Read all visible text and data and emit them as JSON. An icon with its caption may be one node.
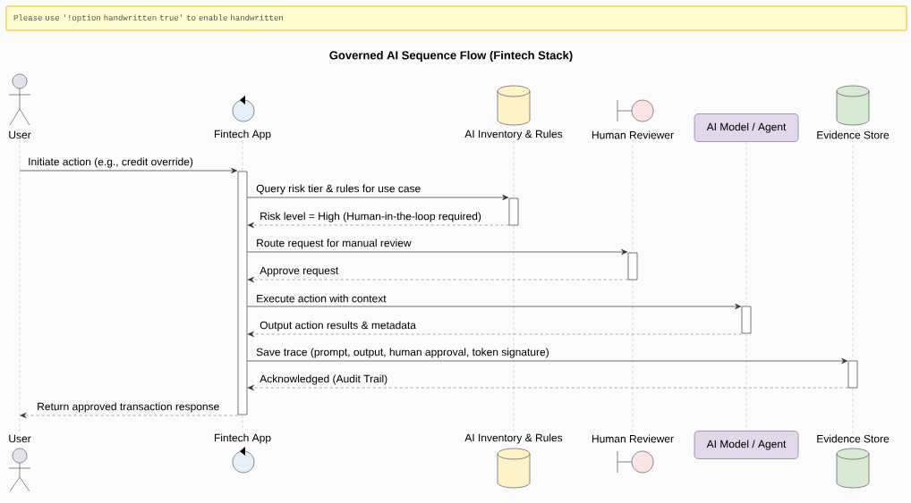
{
  "diagram": {
    "title": "Governed AI Sequence Flow (Fintech Stack)",
    "nodes": [
      {
        "text": [
          "Please use '!option handwritten true' to enable handwritten"
        ]
      },
      {
        "text": [
          "User"
        ]
      },
      {
        "text": [
          "Fintech App"
        ]
      },
      {
        "text": [
          "AI Inventory & Rules"
        ]
      },
      {
        "text": [
          "Human Reviewer"
        ]
      },
      {
        "text": [
          "AI Model / Agent"
        ]
      },
      {
        "text": [
          "Evidence Store"
        ]
      },
      {
        "text": [],
        "shape": "bar"
      },
      {
        "text": [],
        "shape": "bar"
      },
      {
        "text": [],
        "shape": "bar"
      },
      {
        "text": [],
        "shape": "bar"
      },
      {
        "text": [],
        "shape": "bar"
      },
      {
        "text": [
          "User"
        ]
      },
      {
        "text": [
          "Fintech App"
        ]
      },
      {
        "text": [
          "AI Inventory & Rules"
        ]
      },
      {
        "text": [
          "Human Reviewer"
        ]
      },
      {
        "text": [
          "AI Model / Agent"
        ]
      },
      {
        "text": [
          "Evidence Store"
        ]
      }
    ],
    "edges": [
      {
        "from": 1,
        "to": 12,
        "arrow": "none",
        "style": "dashed"
      },
      {
        "from": 2,
        "to": 7,
        "arrow": "none",
        "style": "dashed"
      },
      {
        "from": 7,
        "to": 13,
        "arrow": "none",
        "style": "dashed"
      },
      {
        "from": 3,
        "to": 8,
        "arrow": "none",
        "style": "dashed"
      },
      {
        "from": 8,
        "to": 14,
        "arrow": "none",
        "style": "dashed"
      },
      {
        "from": 4,
        "to": 9,
        "arrow": "none",
        "style": "dashed"
      },
      {
        "from": 9,
        "to": 15,
        "arrow": "none",
        "style": "dashed"
      },
      {
        "from": 5,
        "to": 10,
        "arrow": "none",
        "style": "dashed"
      },
      {
        "from": 10,
        "to": 16,
        "arrow": "none",
        "style": "dashed"
      },
      {
        "from": 6,
        "to": 11,
        "arrow": "none",
        "style": "dashed"
      },
      {
        "from": 11,
        "to": 17,
        "arrow": "none",
        "style": "dashed"
      },
      {
        "from": null,
        "to": 7,
        "arrow": "to",
        "color": "#333333",
        "label": "Initiate action (e.g., credit override)"
      },
      {
        "from": 7,
        "to": 8,
        "arrow": "to",
        "color": "#333333",
        "label": "Query risk tier & rules for use case"
      },
      {
        "from": 8,
        "to": 7,
        "arrow": "to",
        "style": "dashed",
        "color": "#333333",
        "label": "Risk level = High (Human-in-the-loop required)"
      },
      {
        "from": 7,
        "to": 9,
        "arrow": "to",
        "color": "#333333",
        "label": "Route request for manual review"
      },
      {
        "from": 9,
        "to": 7,
        "arrow": "to",
        "style": "dashed",
        "color": "#333333",
        "label": "Approve request"
      },
      {
        "from": 7,
        "to": 10,
        "arrow": "to",
        "color": "#333333",
        "label": "Execute action with context"
      },
      {
        "from": 10,
        "to": 7,
        "arrow": "to",
        "style": "dashed",
        "color": "#333333",
        "label": "Output action results & metadata"
      },
      {
        "from": 7,
        "to": 11,
        "arrow": "to",
        "color": "#333333",
        "label": "Save trace (prompt, output, human approval, token signature)"
      },
      {
        "from": 11,
        "to": 7,
        "arrow": "to",
        "style": "dashed",
        "color": "#333333",
        "label": "Acknowledged (Audit Trail)"
      },
      {
        "from": 7,
        "to": null,
        "arrow": "to",
        "style": "dashed",
        "color": "#333333",
        "label": "Return approved transaction response"
      }
    ]
  }
}
